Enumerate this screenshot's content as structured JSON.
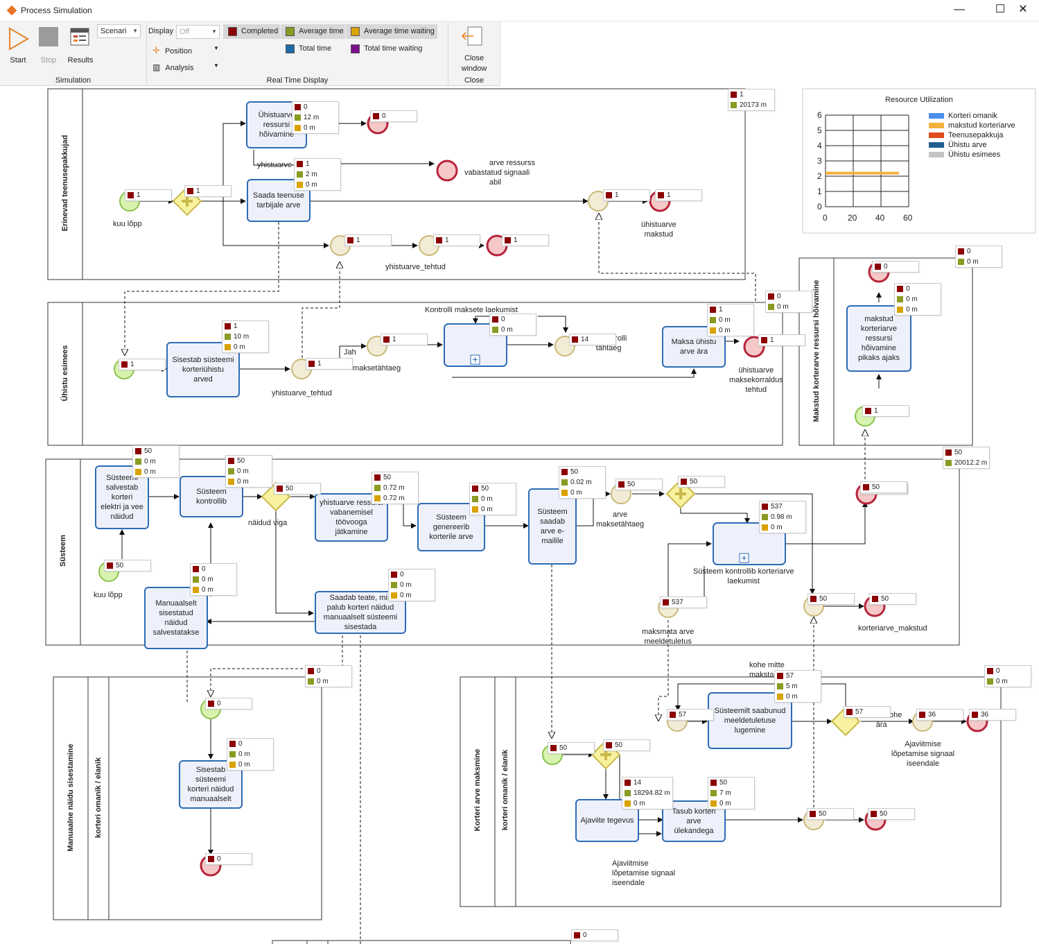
{
  "window": {
    "title": "Process Simulation",
    "min": "—",
    "max": "☐",
    "close": "✕"
  },
  "ribbon": {
    "simulation": {
      "label": "Simulation",
      "start": "Start",
      "stop": "Stop",
      "results": "Results",
      "scenario": "Scenari"
    },
    "realtime": {
      "label": "Real Time Display",
      "display_label": "Display",
      "display_value": "Off",
      "position": "Position",
      "analysis": "Analysis",
      "completed": "Completed",
      "average_time": "Average time",
      "average_time_waiting": "Average time waiting",
      "total_time": "Total time",
      "total_time_waiting": "Total time waiting"
    },
    "close": {
      "label": "Close",
      "close_window_1": "Close",
      "close_window_2": "window"
    }
  },
  "colors": {
    "completed": "#8b0000",
    "average_time": "#8a9a22",
    "average_time_waiting": "#d8a200",
    "total_time": "#1f6aa5",
    "total_time_waiting": "#7a0f8a",
    "task_border": "#2d6bb5"
  },
  "lanes": {
    "erinevad": "Erinevad teenusepakkujad",
    "yhistu": "Ühistu esimees",
    "systeem": "Süsteem",
    "makstud": "Makstud korterarve ressursi hõivamine",
    "manuaalne": "Manuaalne näidu sisestamine",
    "korteri_omanik_1": "korteri omanik / elanik",
    "korteri_arve": "Korteri arve maksmine",
    "korteri_omanik_2": "korteri omanik / elanik"
  },
  "tasks": {
    "t1": [
      "Ühistuarve",
      "ressursi",
      "hõivamine"
    ],
    "t2": [
      "Saada teenuse",
      "tarbijale arve"
    ],
    "t3": [
      "Sisestab süsteemi",
      "korteriühistu",
      "arved"
    ],
    "t4": [
      "Maksa ühistu",
      "arve ära"
    ],
    "t5": [
      "makstud",
      "korteriarve",
      "ressursi",
      "hõivamine",
      "pikaks ajaks"
    ],
    "t6": [
      "Süsteemi",
      "salvestab",
      "korteri",
      "elektri ja vee",
      "näidud"
    ],
    "t7": [
      "Süsteem",
      "kontrollib"
    ],
    "t8": [
      "yhistuarve ressursi",
      "vabanemisel",
      "töövooga",
      "jätkamine"
    ],
    "t9": [
      "Süsteem",
      "genereerib",
      "korterile arve"
    ],
    "t10": [
      "Süsteem",
      "saadab",
      "arve e-",
      "mailile"
    ],
    "t11": [
      "Manuaalselt",
      "sisestatud",
      "näidud",
      "salvestatakse"
    ],
    "t12": [
      "Saadab teate, mis",
      "palub korteri näidud",
      "manuaalselt süsteemi",
      "sisestada"
    ],
    "t13": [
      "Sisestab",
      "süsteemi",
      "korteri näidud",
      "manuaalselt"
    ],
    "t14": [
      "Süsteemilt saabunud",
      "meeldetuletuse",
      "lugemine"
    ],
    "t15": [
      "Ajaviite tegevus"
    ],
    "t16": [
      "Tasub korteri",
      "arve",
      "ülekandega"
    ]
  },
  "labels": {
    "kuu_lopp_1": "kuu lõpp",
    "yhistuarve_short": "yhistuarve",
    "arve_ressurss": "arve ressurss",
    "vabastatud": "vabastatud signaali",
    "abil": "abil",
    "yhistuarve_tehtud_1": "yhistuarve_tehtud",
    "yhistuarve_makstud_1": "ühistuarve",
    "yhistuarve_makstud_2": "makstud",
    "kontrolli": "Kontrolli maksete laekumist",
    "jah": "Jah",
    "maksetahtaeg": "maksetähtaeg",
    "kontrolli_tahtaeg_1": "ntrolli",
    "kontrolli_tahtaeg_2": "tähtaeg",
    "yhistuarve_tehtud_2": "yhistuarve_tehtud",
    "maksekorraldus_1": "ühistuarve",
    "maksekorraldus_2": "maksekorraldus",
    "maksekorraldus_3": "tehtud",
    "naidud_viga": "näidud viga",
    "kuu_lopp_2": "kuu lõpp",
    "arve_1": "arve",
    "arve_2": "maksetähtaeg",
    "sys_kontrollib_1": "Süsteem kontrollib korteriarve",
    "sys_kontrollib_2": "laekumist",
    "maksmata_1": "maksmata arve",
    "maksmata_2": "meeldetuletus",
    "korteriarve_makstud": "korteriarve_makstud",
    "kohe_mitte_1": "kohe mitte",
    "kohe_mitte_2": "maksta",
    "makse_kohe_1": "makse kohe",
    "makse_kohe_2": "ära",
    "ajaviite_signaal_1": "Ajaviitmise",
    "ajaviite_signaal_2": "lõpetamise signaal",
    "ajaviite_signaal_3": "iseendale",
    "ajaviite_signaal_b1": "Ajaviitmise",
    "ajaviite_signaal_b2": "lõpetamise signaal",
    "ajaviite_signaal_b3": "iseendale"
  },
  "chart": {
    "title": "Resource Utilization",
    "legend": [
      {
        "name": "Korteri omanik",
        "color": "#4a8ee8"
      },
      {
        "name": "makstud korteriarve",
        "color": "#f2b13c"
      },
      {
        "name": "Teenusepakkuja",
        "color": "#e14b1e"
      },
      {
        "name": "Ühistu arve",
        "color": "#1f5d8f"
      },
      {
        "name": "Ühistu esimees",
        "color": "#c3c3c3"
      }
    ]
  },
  "chart_data": {
    "type": "line",
    "title": "Resource Utilization",
    "xlim": [
      0,
      60
    ],
    "ylim": [
      0,
      6
    ],
    "xticks": [
      "0",
      "20",
      "40",
      "60"
    ],
    "yticks": [
      "0",
      "1",
      "2",
      "3",
      "4",
      "5",
      "6"
    ],
    "series": [
      {
        "name": "makstud korteriarve",
        "x": [
          0,
          53
        ],
        "y": [
          2.2,
          2.2
        ]
      }
    ]
  },
  "stats": [
    {
      "id": "s1",
      "v": [
        "1",
        "20173 m"
      ]
    },
    {
      "id": "s2",
      "v": [
        "0",
        "12 m",
        "0 m"
      ]
    },
    {
      "id": "s3",
      "v": [
        "0"
      ]
    },
    {
      "id": "s4",
      "v": [
        "1",
        "2 m",
        "0 m"
      ]
    },
    {
      "id": "s5",
      "v": [
        "1"
      ]
    },
    {
      "id": "s6",
      "v": [
        "1"
      ]
    },
    {
      "id": "s7",
      "v": [
        "1"
      ]
    },
    {
      "id": "s8",
      "v": [
        "1"
      ]
    },
    {
      "id": "s9",
      "v": [
        "1"
      ]
    },
    {
      "id": "s10",
      "v": [
        "1"
      ]
    },
    {
      "id": "s11",
      "v": [
        "1"
      ]
    },
    {
      "id": "s12",
      "v": [
        "1"
      ]
    },
    {
      "id": "s13",
      "v": [
        "0",
        "0 m"
      ]
    },
    {
      "id": "s14",
      "v": [
        "0"
      ]
    },
    {
      "id": "s15",
      "v": [
        "0",
        "0 m",
        "0 m"
      ]
    },
    {
      "id": "s16",
      "v": [
        "0",
        "0 m"
      ]
    },
    {
      "id": "s17",
      "v": [
        "1",
        "0 m",
        "0 m"
      ]
    },
    {
      "id": "s18",
      "v": [
        "1",
        "10 m",
        "0 m"
      ]
    },
    {
      "id": "s19",
      "v": [
        "0",
        "0 m"
      ]
    },
    {
      "id": "s20",
      "v": [
        "1"
      ]
    },
    {
      "id": "s21",
      "v": [
        "1"
      ]
    },
    {
      "id": "s22",
      "v": [
        "14"
      ]
    },
    {
      "id": "s23",
      "v": [
        "1"
      ]
    },
    {
      "id": "s24",
      "v": [
        "1"
      ]
    },
    {
      "id": "s25",
      "v": [
        "50"
      ]
    },
    {
      "id": "s26",
      "v": [
        "50",
        "20012.2 m"
      ]
    },
    {
      "id": "s27",
      "v": [
        "50",
        "0 m",
        "0 m"
      ]
    },
    {
      "id": "s28",
      "v": [
        "50",
        "0 m",
        "0 m"
      ]
    },
    {
      "id": "s29",
      "v": [
        "50"
      ]
    },
    {
      "id": "s30",
      "v": [
        "50",
        "0.72 m",
        "0.72 m"
      ]
    },
    {
      "id": "s31",
      "v": [
        "50",
        "0 m",
        "0 m"
      ]
    },
    {
      "id": "s32",
      "v": [
        "50",
        "0.02 m",
        "0 m"
      ]
    },
    {
      "id": "s33",
      "v": [
        "50"
      ]
    },
    {
      "id": "s34",
      "v": [
        "50"
      ]
    },
    {
      "id": "s35",
      "v": [
        "50"
      ]
    },
    {
      "id": "s36",
      "v": [
        "537",
        "0.98 m",
        "0 m"
      ]
    },
    {
      "id": "s37",
      "v": [
        "50"
      ]
    },
    {
      "id": "s38",
      "v": [
        "0",
        "0 m",
        "0 m"
      ]
    },
    {
      "id": "s39",
      "v": [
        "0",
        "0 m",
        "0 m"
      ]
    },
    {
      "id": "s40",
      "v": [
        "537"
      ]
    },
    {
      "id": "s41",
      "v": [
        "50"
      ]
    },
    {
      "id": "s42",
      "v": [
        "50"
      ]
    },
    {
      "id": "s43",
      "v": [
        "0",
        "0 m"
      ]
    },
    {
      "id": "s44",
      "v": [
        "0"
      ]
    },
    {
      "id": "s45",
      "v": [
        "0",
        "0 m",
        "0 m"
      ]
    },
    {
      "id": "s46",
      "v": [
        "0"
      ]
    },
    {
      "id": "s47",
      "v": [
        "57",
        "5 m",
        "0 m"
      ]
    },
    {
      "id": "s48",
      "v": [
        "0",
        "0 m"
      ]
    },
    {
      "id": "s49",
      "v": [
        "57"
      ]
    },
    {
      "id": "s50",
      "v": [
        "57"
      ]
    },
    {
      "id": "s51",
      "v": [
        "36"
      ]
    },
    {
      "id": "s52",
      "v": [
        "36"
      ]
    },
    {
      "id": "s53",
      "v": [
        "50"
      ]
    },
    {
      "id": "s54",
      "v": [
        "50"
      ]
    },
    {
      "id": "s55",
      "v": [
        "14",
        "18294.82 m",
        "0 m"
      ]
    },
    {
      "id": "s56",
      "v": [
        "50",
        "7 m",
        "0 m"
      ]
    },
    {
      "id": "s57",
      "v": [
        "50"
      ]
    },
    {
      "id": "s58",
      "v": [
        "50"
      ]
    },
    {
      "id": "s59",
      "v": [
        "0"
      ]
    },
    {
      "id": "s60",
      "v": [
        "0"
      ]
    }
  ]
}
